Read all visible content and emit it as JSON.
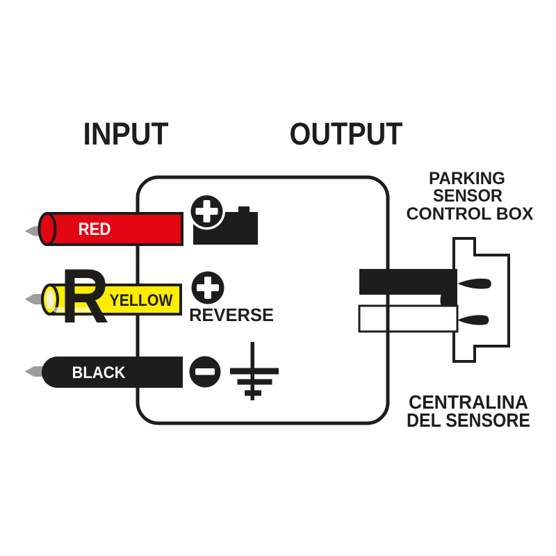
{
  "diagram": {
    "title_input": "INPUT",
    "title_output": "OUTPUT"
  },
  "wires": {
    "red": {
      "label": "RED",
      "color": "#e30613",
      "label_color": "#ffffff"
    },
    "yellow": {
      "label": "YELLOW",
      "marker": "R",
      "color": "#ffed00",
      "core_color": "#f5f1d3",
      "label_color": "#1d1d1b"
    },
    "black": {
      "label": "BLACK",
      "color": "#1d1d1b",
      "label_color": "#ffffff"
    }
  },
  "pin_color": "#9d9d9c",
  "line_color": "#1d1d1b",
  "terminals": {
    "battery_positive": {
      "sign": "+",
      "icon": "battery-icon"
    },
    "reverse_positive": {
      "sign": "+",
      "label": "REVERSE"
    },
    "ground_negative": {
      "sign": "−",
      "icon": "ground-icon"
    }
  },
  "control_box": {
    "caption_en": {
      "line1": "PARKING",
      "line2": "SENSOR",
      "line3": "CONTROL BOX"
    },
    "caption_it": {
      "line1": "CENTRALINA",
      "line2": "DEL SENSORE"
    }
  }
}
